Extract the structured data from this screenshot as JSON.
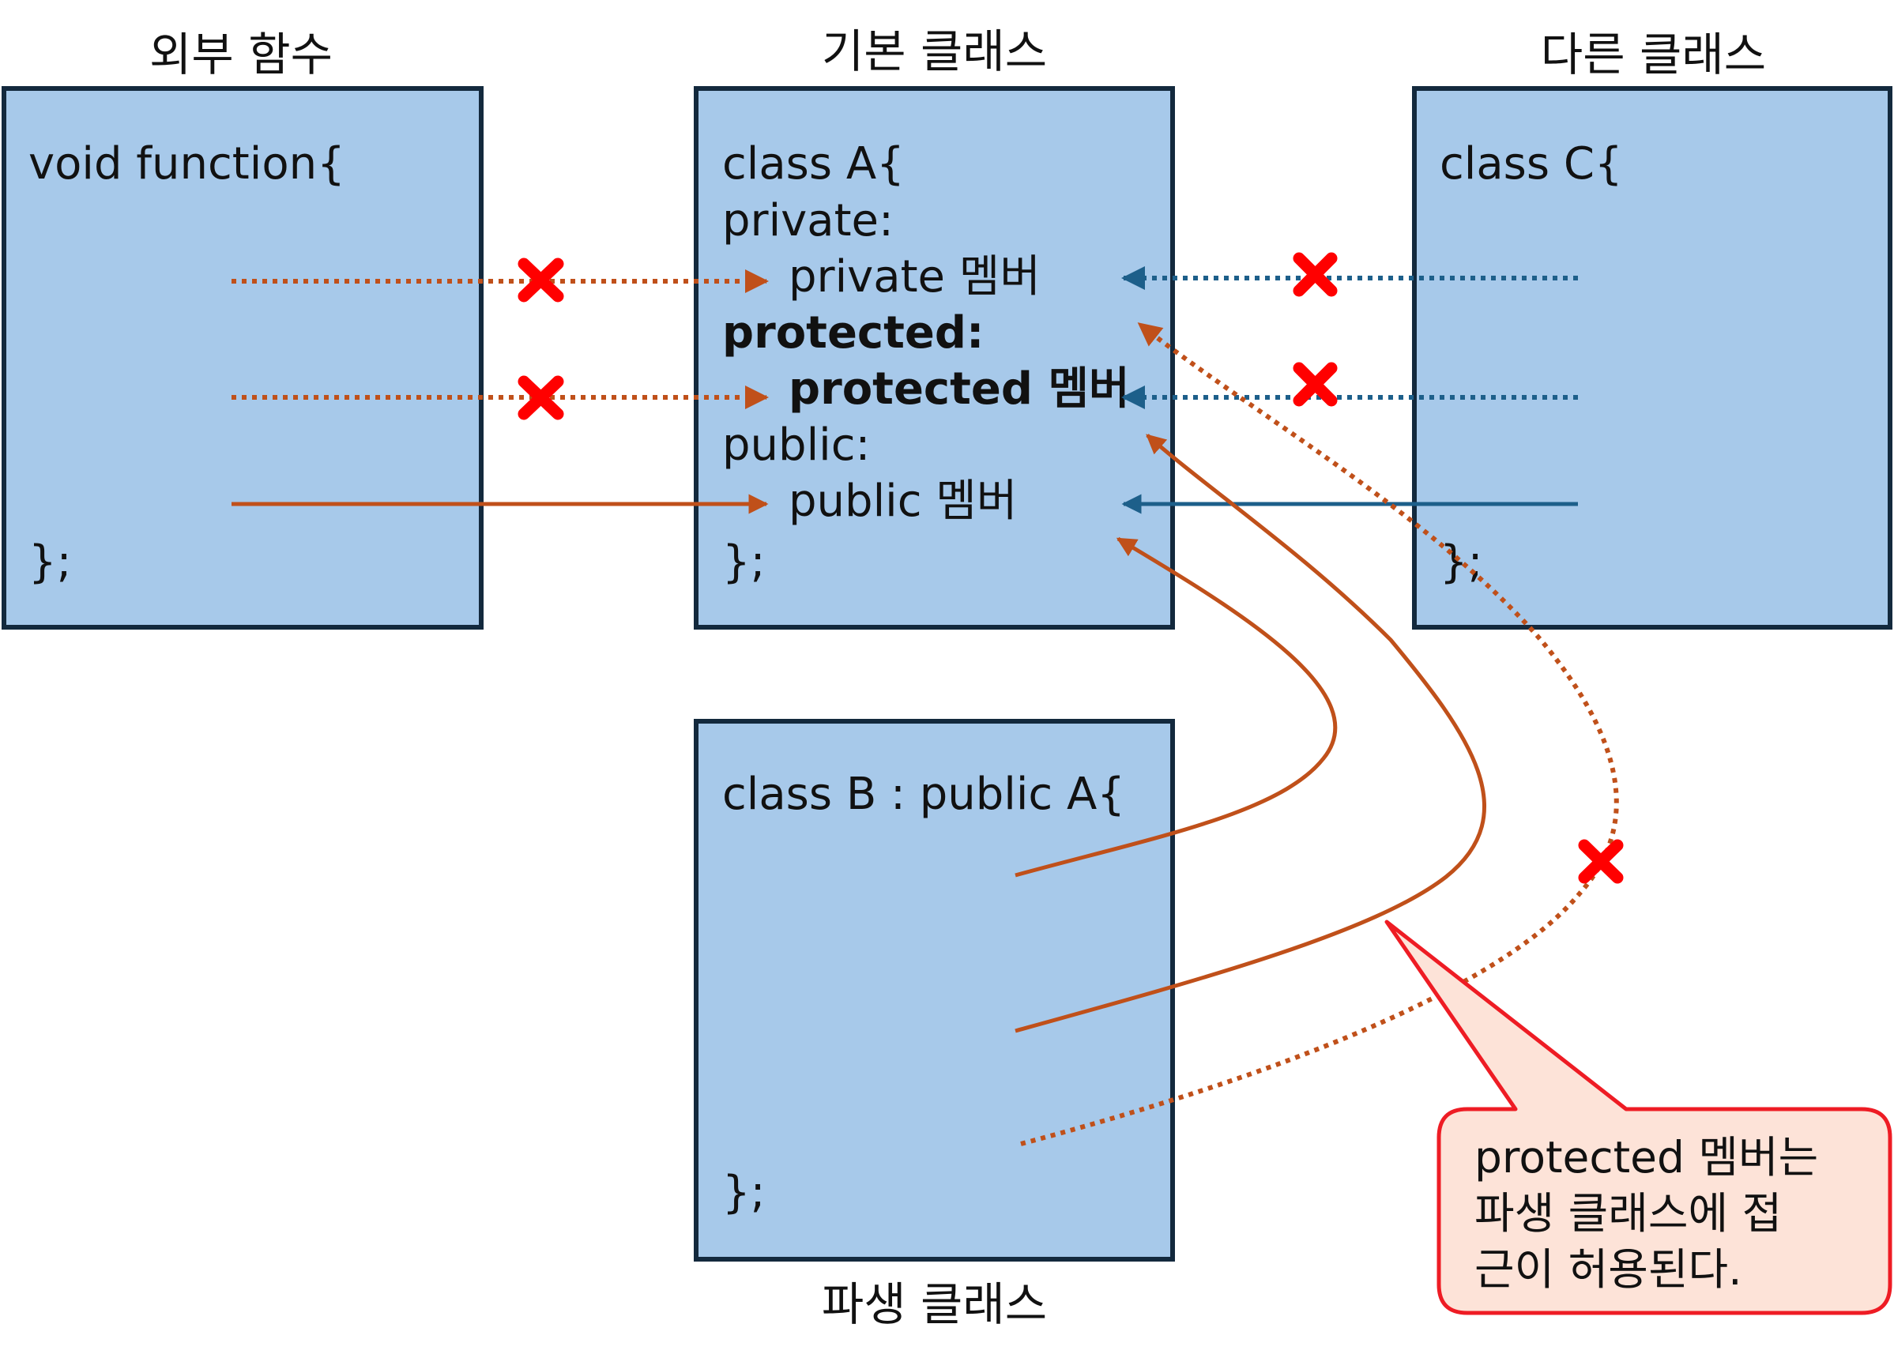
{
  "titles": {
    "external": "외부 함수",
    "base": "기본 클래스",
    "other": "다른 클래스",
    "derived": "파생 클래스"
  },
  "external_box": {
    "line1": "void function{",
    "close": "};"
  },
  "base_box": {
    "line1": "class A{",
    "private_label": "private:",
    "private_member": "private 멤버",
    "protected_label": "protected:",
    "protected_member": "protected 멤버",
    "public_label": "public:",
    "public_member": "public 멤버",
    "close": "};"
  },
  "other_box": {
    "line1": "class C{",
    "close": "};"
  },
  "derived_box": {
    "line1": "class B : public A{",
    "close": "};"
  },
  "callout": {
    "line1": "protected 멤버는",
    "line2": "파생 클래스에 접",
    "line3": "근이 허용된다."
  },
  "colors": {
    "box_fill": "#a7c9ea",
    "box_border": "#13293d",
    "orange_arrow": "#c0501a",
    "blue_arrow": "#1d5f8a",
    "deny_mark": "#ff0000",
    "callout_fill": "#fde3d8",
    "callout_border": "#ee1c24"
  }
}
